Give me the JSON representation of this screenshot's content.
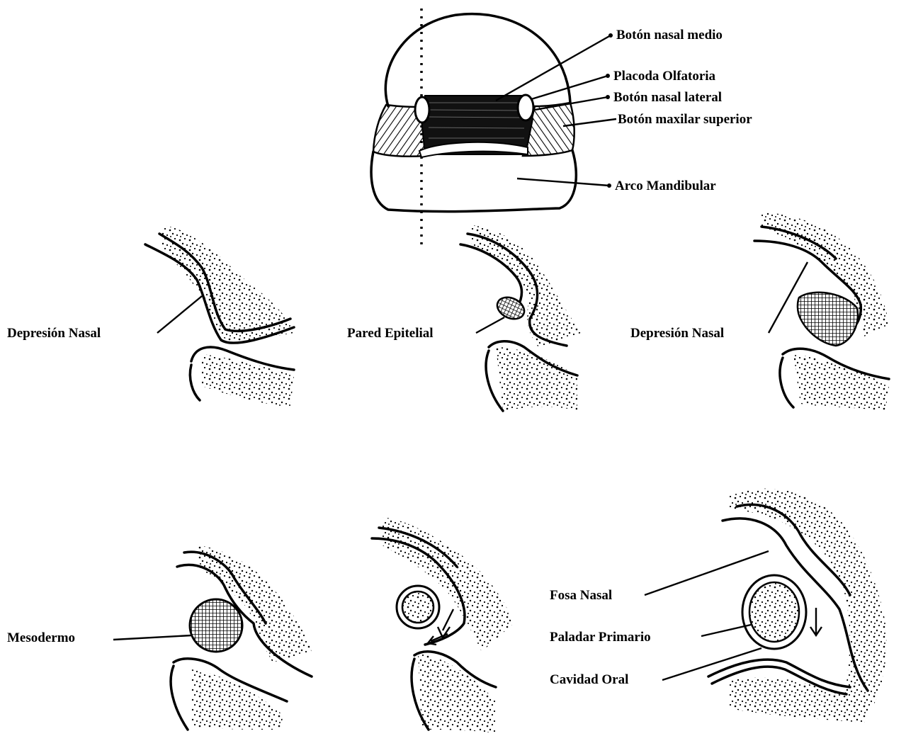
{
  "top_diagram": {
    "labels": {
      "boton_nasal_medio": "Botón nasal medio",
      "placoda_olfatoria": "Placoda Olfatoria",
      "boton_nasal_lateral": "Botón nasal lateral",
      "boton_maxilar_superior": "Botón maxilar superior",
      "arco_mandibular": "Arco Mandibular"
    }
  },
  "stage_labels": {
    "depresion_nasal_1": "Depresión Nasal",
    "pared_epitelial": "Pared Epitelial",
    "depresion_nasal_2": "Depresión Nasal",
    "mesodermo": "Mesodermo",
    "fosa_nasal": "Fosa Nasal",
    "paladar_primario": "Paladar Primario",
    "cavidad_oral": "Cavidad Oral"
  }
}
